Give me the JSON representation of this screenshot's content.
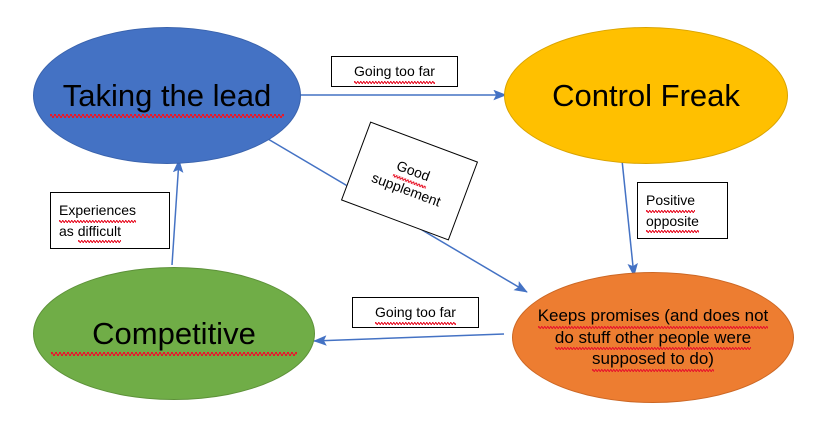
{
  "diagram": {
    "type": "cycle-relationship-diagram",
    "background": "#ffffff",
    "nodes": [
      {
        "id": "taking-the-lead",
        "label": "Taking the lead",
        "color": "#4472C4",
        "color_name": "blue",
        "spellcheck_underline": true
      },
      {
        "id": "control-freak",
        "label": "Control Freak",
        "color": "#FFC000",
        "color_name": "amber",
        "spellcheck_underline": false
      },
      {
        "id": "competitive",
        "label": "Competitive",
        "color": "#70AD47",
        "color_name": "green",
        "spellcheck_underline": true
      },
      {
        "id": "keeps-promises",
        "label": "Keeps promises (and does not do stuff other people were supposed to do)",
        "line1": "Keeps promises (and does not",
        "line2": "do stuff other people were",
        "line3": "supposed to do)",
        "color": "#ED7D31",
        "color_name": "orange",
        "spellcheck_underline": true
      }
    ],
    "edges": [
      {
        "id": "lead-to-control",
        "from": "taking-the-lead",
        "to": "control-freak",
        "label": "Going too far",
        "color": "#4472C4"
      },
      {
        "id": "control-to-promises",
        "from": "control-freak",
        "to": "keeps-promises",
        "label_line1": "Positive",
        "label_line2": "opposite",
        "label": "Positive opposite",
        "color": "#4472C4"
      },
      {
        "id": "promises-to-competitive",
        "from": "keeps-promises",
        "to": "competitive",
        "label": "Going too far",
        "color": "#4472C4"
      },
      {
        "id": "competitive-to-lead",
        "from": "competitive",
        "to": "taking-the-lead",
        "label_line1": "Experiences",
        "label_line2": "as difficult",
        "label": "Experiences as difficult",
        "color": "#4472C4"
      },
      {
        "id": "lead-to-promises",
        "from": "taking-the-lead",
        "to": "keeps-promises",
        "label_line1": "Good",
        "label_line2": "supplement",
        "label": "Good supplement",
        "color": "#4472C4",
        "rotated": true
      }
    ]
  }
}
